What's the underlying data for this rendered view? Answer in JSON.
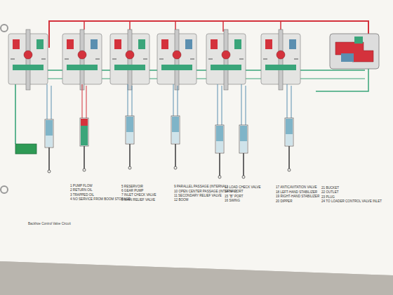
{
  "diagram": {
    "caption": "Backhoe Control Valve Circuit",
    "labels": [
      "1 PUMP FLOW",
      "2 RETURN OIL",
      "3 TRAPPED OIL",
      "4 NO SERVICE FROM BOOM STORAGE",
      "5 RESERVOIR",
      "6 GEAR PUMP",
      "7 INLET CHECK VALVE",
      "8 MAIN RELIEF VALVE",
      "9 PARALLEL PASSAGE (INTERNAL)",
      "10 OPEN CENTER PASSAGE (INTERNAL)",
      "11 SECONDARY RELIEF VALVE",
      "12 BOOM",
      "13 LOAD CHECK VALVE",
      "14 \"A\" PORT",
      "15 \"B\" PORT",
      "16 SWING",
      "17 ANTICAVITATION VALVE",
      "18 LEFT-HAND STABILIZER",
      "19 RIGHT-HAND STABILIZER",
      "20 DIPPER",
      "21 BUCKET",
      "22 OUTLET",
      "23 PLUG",
      "24 TO LOADER CONTROL VALVE INLET"
    ]
  }
}
